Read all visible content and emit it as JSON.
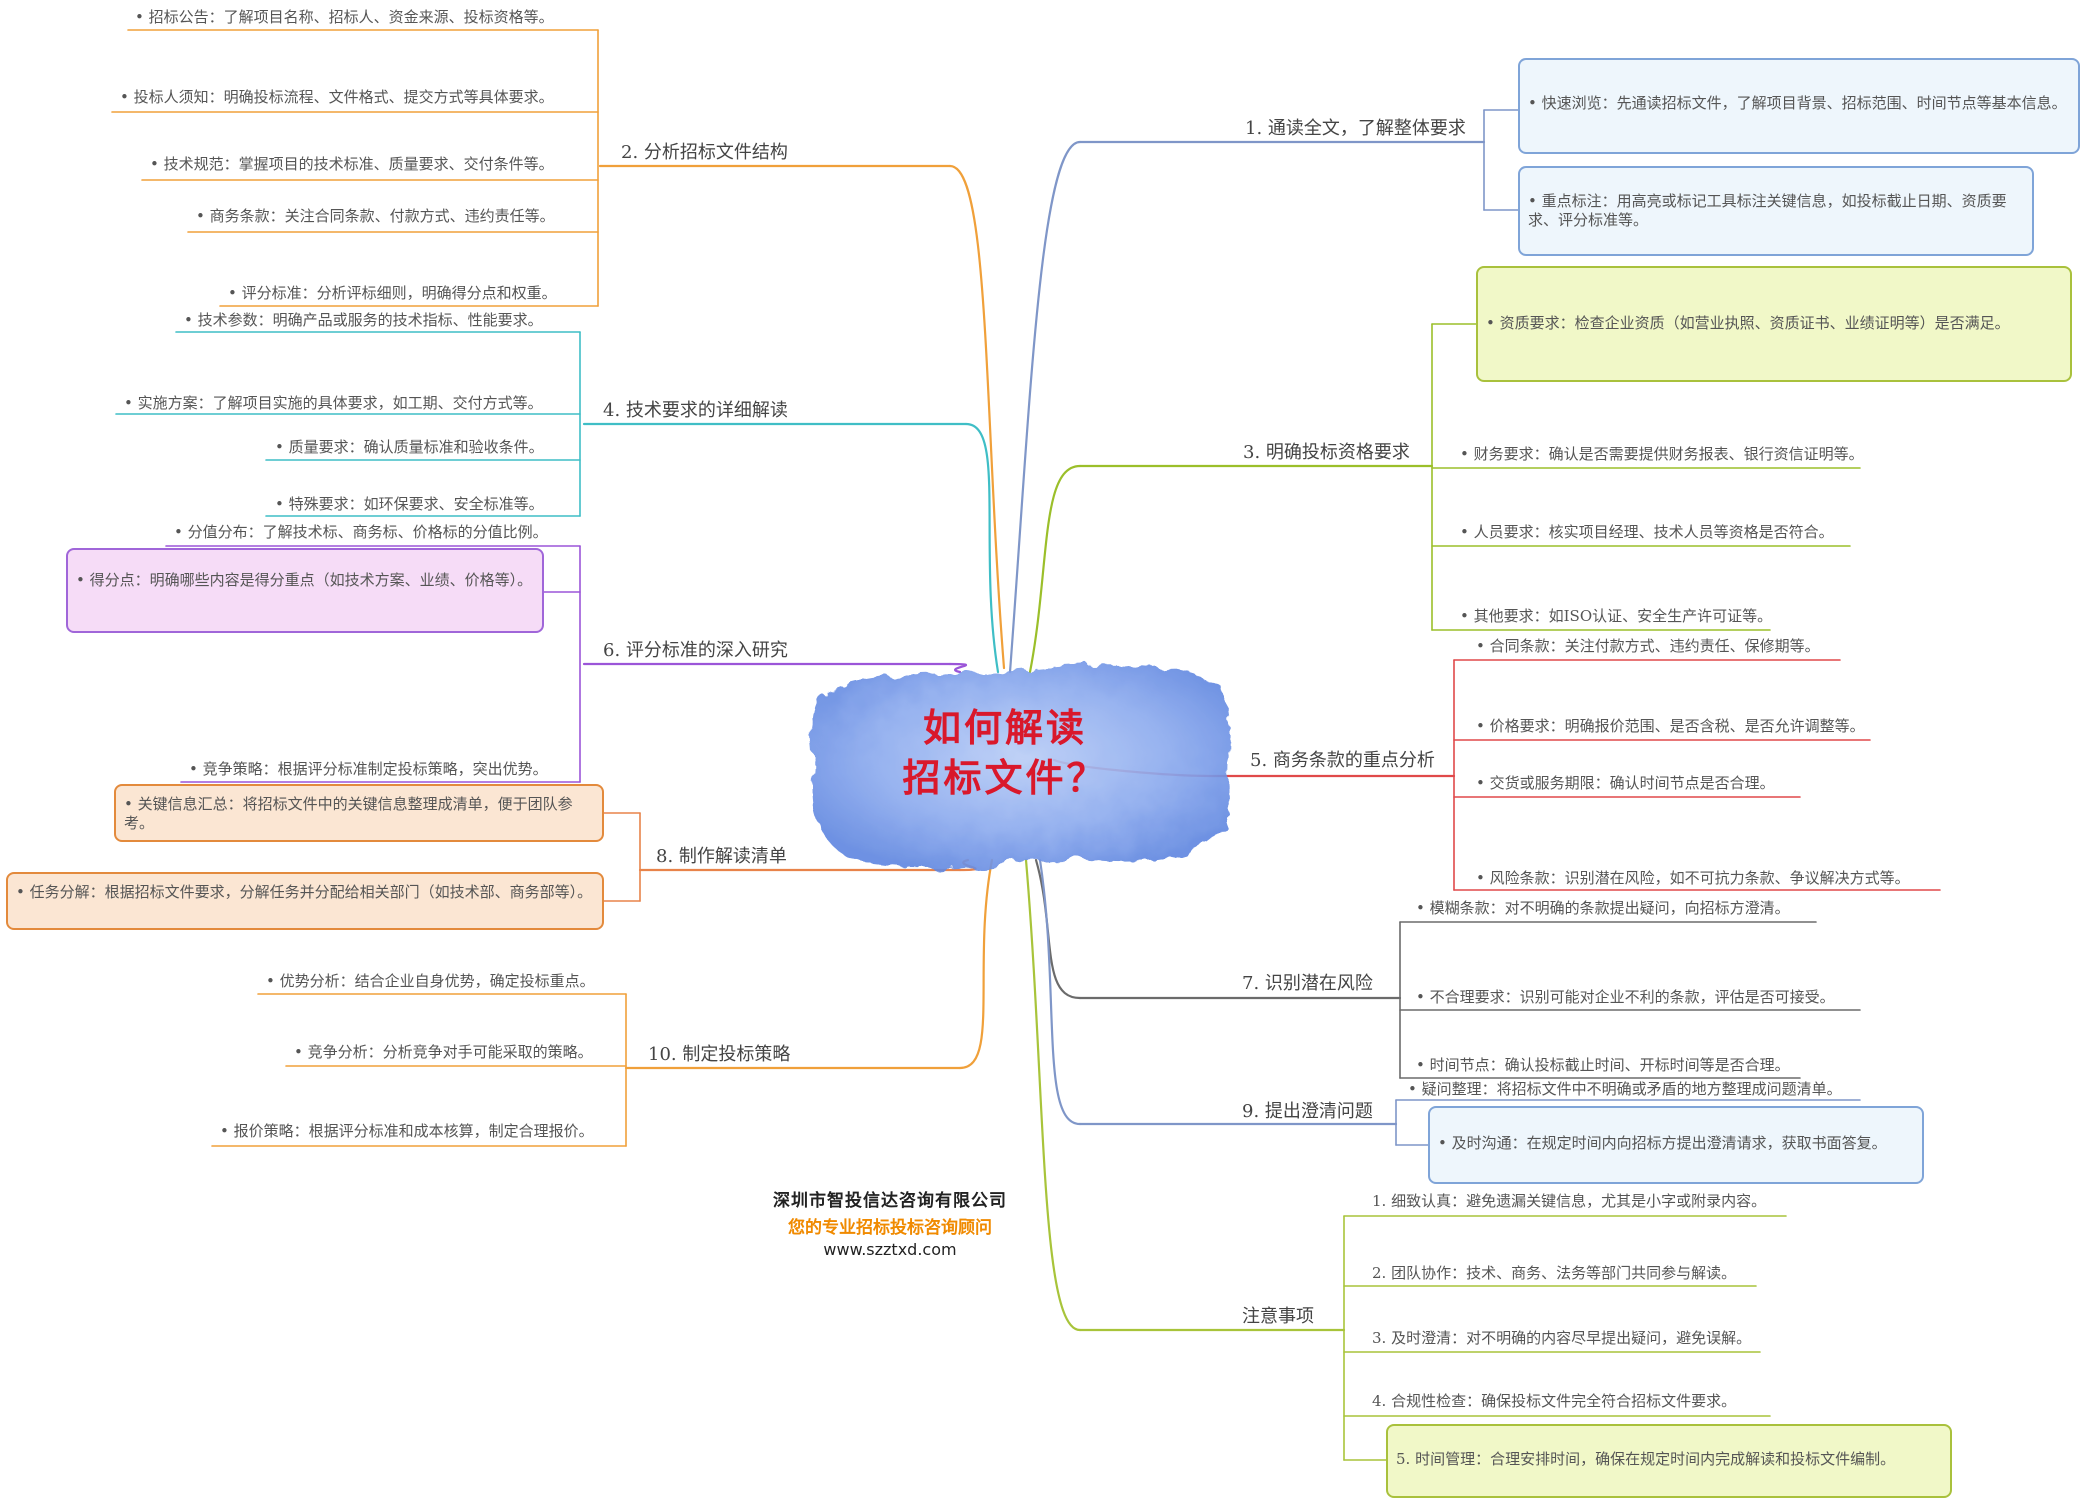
{
  "central": {
    "title_line1": "如何解读",
    "title_line2": "招标文件？",
    "title_color": "#d9182b",
    "blob_color": "#6f95e6"
  },
  "colors": {
    "b1": "#7f96c8",
    "b2": "#f0a03a",
    "b3": "#9bbf2a",
    "b4": "#3fbec6",
    "b5": "#e0494a",
    "b6": "#9b55d8",
    "b7": "#6b6b6b",
    "b8": "#e8834a",
    "b9": "#7f96c8",
    "b10": "#f0a03a",
    "b11": "#a8c43a"
  },
  "branches": {
    "b1": {
      "label": "1. 通读全文，了解整体要求",
      "items": [
        "• 快速浏览：先通读招标文件，了解项目背景、招标范围、时间节点等基本信息。",
        "• 重点标注：用高亮或标记工具标注关键信息，如投标截止日期、资质要求、评分标准等。"
      ]
    },
    "b2": {
      "label": "2. 分析招标文件结构",
      "items": [
        "• 招标公告：了解项目名称、招标人、资金来源、投标资格等。",
        "• 投标人须知：明确投标流程、文件格式、提交方式等具体要求。",
        "• 技术规范：掌握项目的技术标准、质量要求、交付条件等。",
        "• 商务条款：关注合同条款、付款方式、违约责任等。",
        "• 评分标准：分析评标细则，明确得分点和权重。"
      ]
    },
    "b3": {
      "label": "3. 明确投标资格要求",
      "items": [
        "• 资质要求：检查企业资质（如营业执照、资质证书、业绩证明等）是否满足。",
        "• 财务要求：确认是否需要提供财务报表、银行资信证明等。",
        "• 人员要求：核实项目经理、技术人员等资格是否符合。",
        "• 其他要求：如ISO认证、安全生产许可证等。"
      ]
    },
    "b4": {
      "label": "4. 技术要求的详细解读",
      "items": [
        "• 技术参数：明确产品或服务的技术指标、性能要求。",
        "• 实施方案：了解项目实施的具体要求，如工期、交付方式等。",
        "• 质量要求：确认质量标准和验收条件。",
        "• 特殊要求：如环保要求、安全标准等。"
      ]
    },
    "b5": {
      "label": "5. 商务条款的重点分析",
      "items": [
        "• 合同条款：关注付款方式、违约责任、保修期等。",
        "• 价格要求：明确报价范围、是否含税、是否允许调整等。",
        "• 交货或服务期限：确认时间节点是否合理。",
        "• 风险条款：识别潜在风险，如不可抗力条款、争议解决方式等。"
      ]
    },
    "b6": {
      "label": "6. 评分标准的深入研究",
      "items": [
        "• 分值分布：了解技术标、商务标、价格标的分值比例。",
        "• 得分点：明确哪些内容是得分重点（如技术方案、业绩、价格等）。",
        "• 竞争策略：根据评分标准制定投标策略，突出优势。"
      ]
    },
    "b7": {
      "label": "7. 识别潜在风险",
      "items": [
        "• 模糊条款：对不明确的条款提出疑问，向招标方澄清。",
        "• 不合理要求：识别可能对企业不利的条款，评估是否可接受。",
        "• 时间节点：确认投标截止时间、开标时间等是否合理。"
      ]
    },
    "b8": {
      "label": "8. 制作解读清单",
      "items": [
        "• 关键信息汇总：将招标文件中的关键信息整理成清单，便于团队参考。",
        "• 任务分解：根据招标文件要求，分解任务并分配给相关部门（如技术部、商务部等）。"
      ]
    },
    "b9": {
      "label": "9. 提出澄清问题",
      "items": [
        "• 疑问整理：将招标文件中不明确或矛盾的地方整理成问题清单。",
        "• 及时沟通：在规定时间内向招标方提出澄清请求，获取书面答复。"
      ]
    },
    "b10": {
      "label": "10. 制定投标策略",
      "items": [
        "• 优势分析：结合企业自身优势，确定投标重点。",
        "• 竞争分析：分析竞争对手可能采取的策略。",
        "• 报价策略：根据评分标准和成本核算，制定合理报价。"
      ]
    },
    "b11": {
      "label": "注意事项",
      "items": [
        "1. 细致认真：避免遗漏关键信息，尤其是小字或附录内容。",
        "2. 团队协作：技术、商务、法务等部门共同参与解读。",
        "3. 及时澄清：对不明确的内容尽早提出疑问，避免误解。",
        "4. 合规性检查：确保投标文件完全符合招标文件要求。",
        "5. 时间管理：合理安排时间，确保在规定时间内完成解读和投标文件编制。"
      ]
    }
  },
  "company": {
    "name": "深圳市智投信达咨询有限公司",
    "slogan": "您的专业招标投标咨询顾问",
    "url": "www.szztxd.com"
  }
}
